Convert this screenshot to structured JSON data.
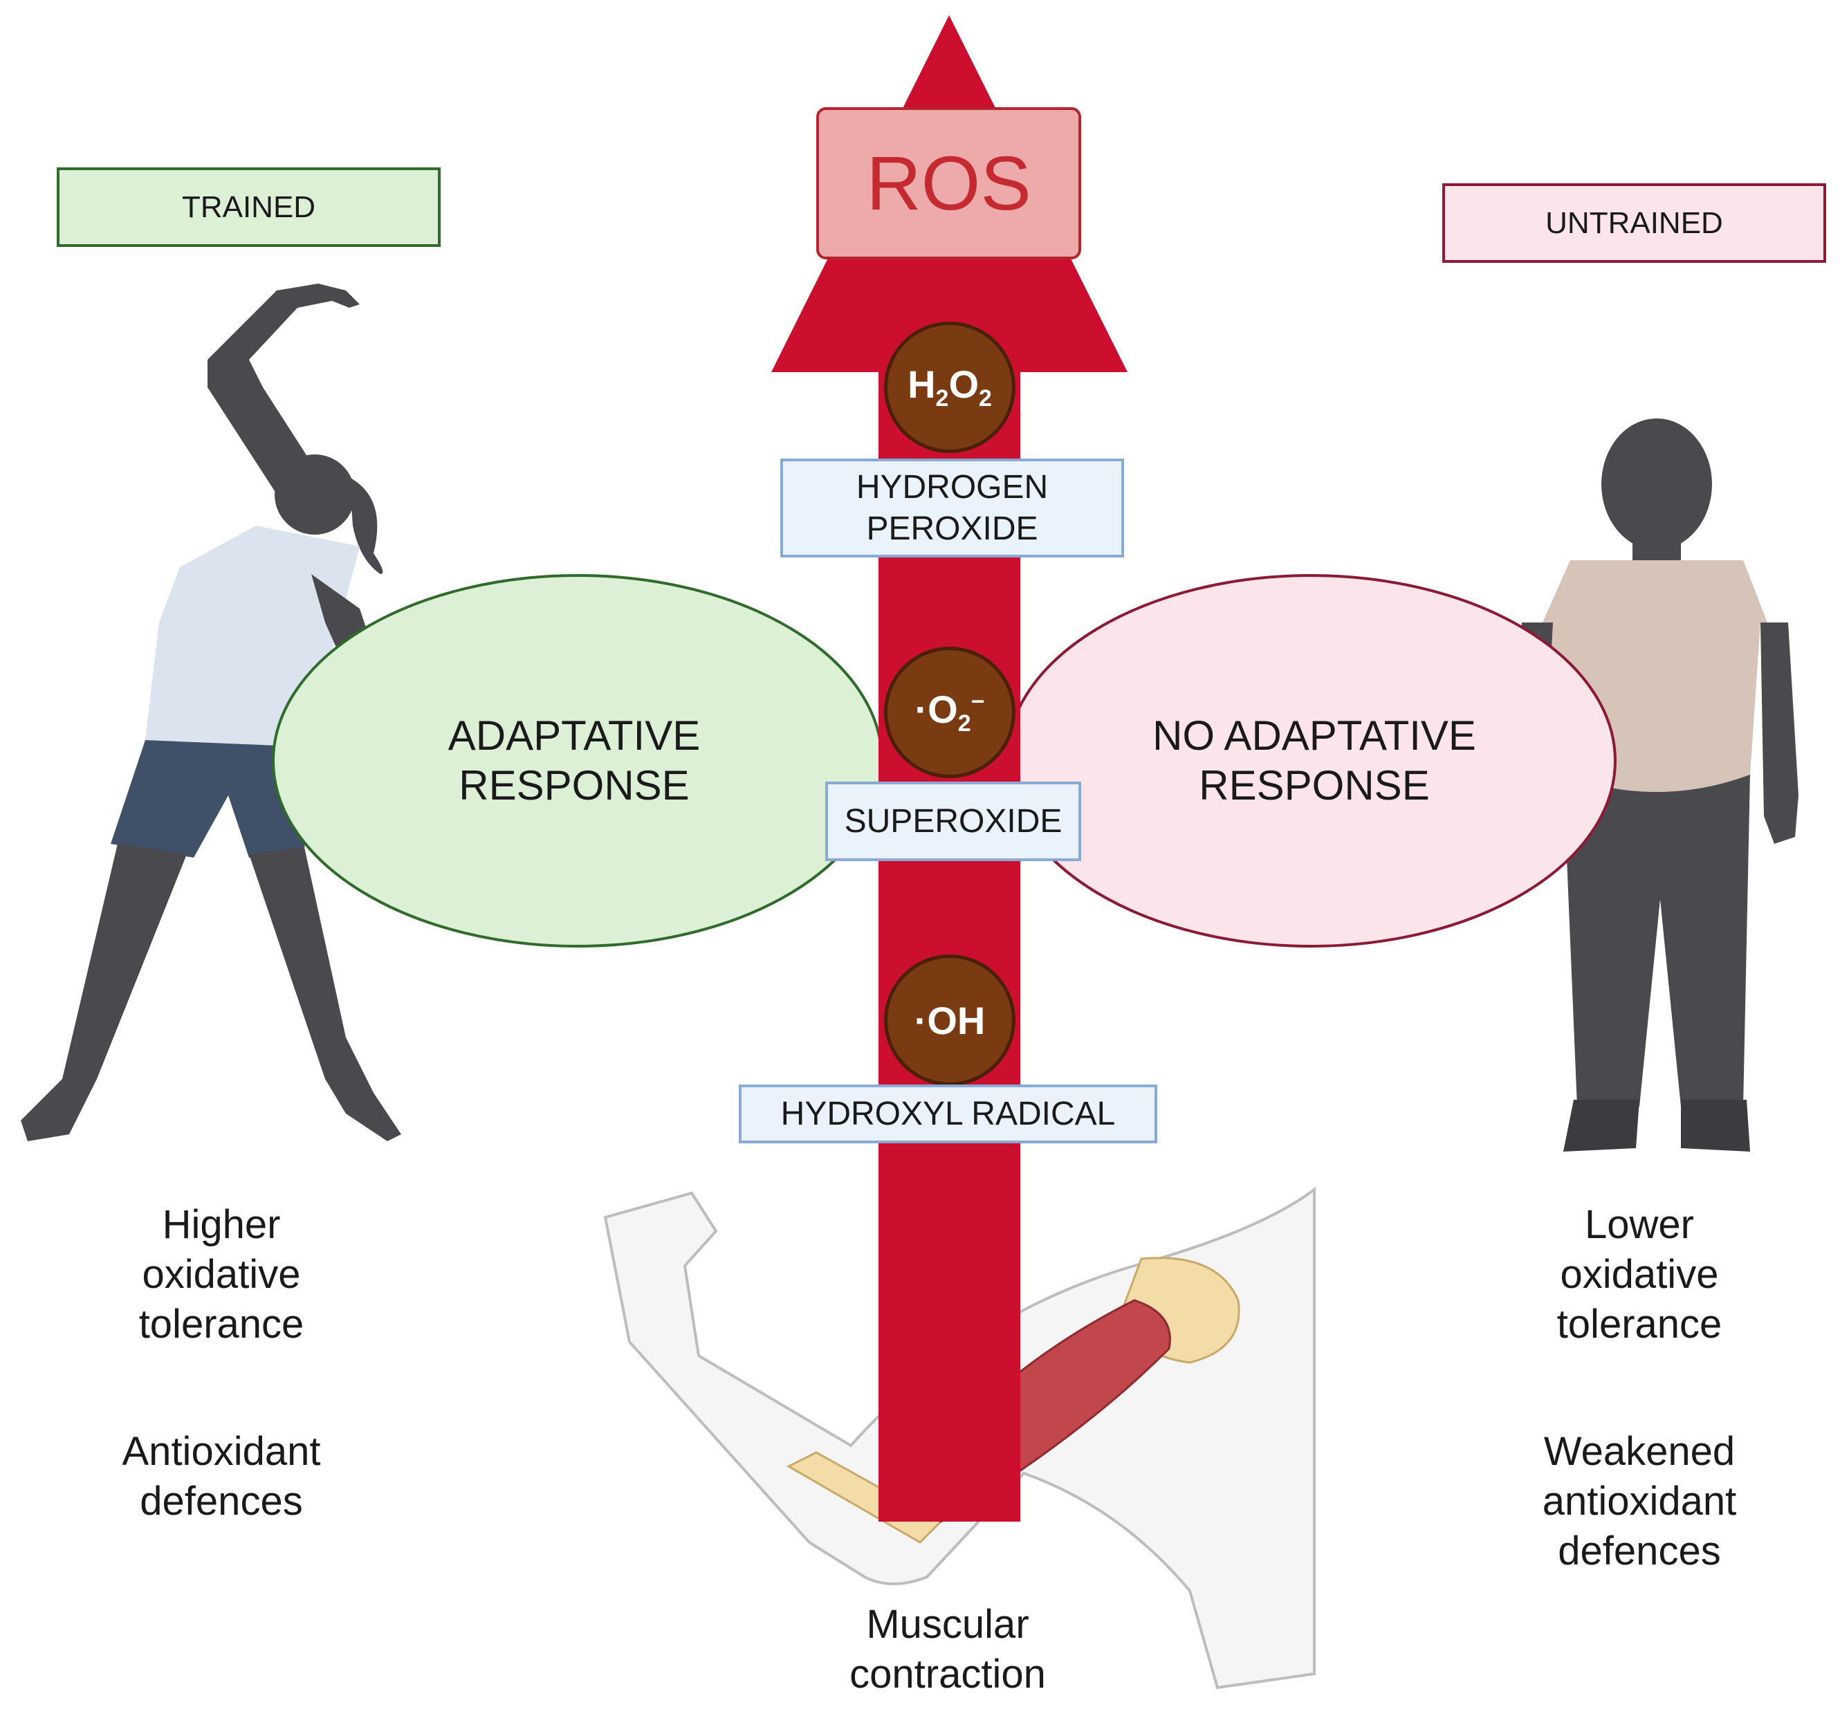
{
  "labels": {
    "trained": "TRAINED",
    "untrained": "UNTRAINED",
    "ros": "ROS",
    "adaptive": "ADAPTATIVE\nRESPONSE",
    "no_adaptive": "NO ADAPTATIVE\nRESPONSE",
    "hydrogen_peroxide": "HYDROGEN\nPEROXIDE",
    "superoxide": "SUPEROXIDE",
    "hydroxyl_radical": "HYDROXYL RADICAL",
    "higher_tolerance": "Higher\noxidative\ntolerance",
    "antioxidant": "Antioxidant\ndefences",
    "lower_tolerance": "Lower\noxidative\ntolerance",
    "weakened": "Weakened\nantioxidant\ndefences",
    "muscular": "Muscular\ncontraction"
  },
  "molecules": {
    "h2o2": {
      "h": "H",
      "sub1": "2",
      "o": "O",
      "sub2": "2"
    },
    "superoxide": {
      "dot": "·",
      "o": "O",
      "sub": "2",
      "sup": "−"
    },
    "hydroxyl": {
      "dot": "·",
      "text": "OH"
    }
  },
  "colors": {
    "arrow": "#cc0f2f",
    "ros_box": "#eea9ab",
    "ros_text": "#c42a2f",
    "trained_fill": "#dcf0d6",
    "trained_border": "#2f6b2a",
    "untrained_fill": "#fbe4ea",
    "untrained_border": "#8a1a35",
    "label_fill": "#eaf2fb",
    "label_border": "#8aaad6",
    "molecule": "#7a3a12",
    "silhouette": "#4a4a4e"
  }
}
